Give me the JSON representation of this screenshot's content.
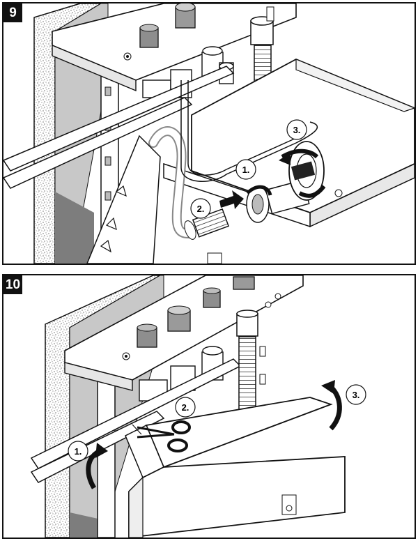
{
  "panels": [
    {
      "step": "9",
      "callouts": [
        "1.",
        "2.",
        "3."
      ],
      "icons": [
        "wall-insulation",
        "wall-frame",
        "valve-body",
        "outlet-nozzle",
        "corrugated-hose",
        "flexible-hose",
        "arrow-right",
        "rotate-arrow"
      ]
    },
    {
      "step": "10",
      "callouts": [
        "1.",
        "2.",
        "3."
      ],
      "icons": [
        "wall-insulation",
        "wall-frame",
        "valve-body",
        "outlet-nozzle",
        "corrugated-hose",
        "scissors",
        "curved-arrow-up",
        "curved-arrow-rotate"
      ]
    }
  ],
  "colors": {
    "line": "#111111",
    "gray": "#9a9a9a",
    "lightgray": "#d9d9d9",
    "darkgray": "#5a5a5a",
    "background": "#ffffff"
  }
}
